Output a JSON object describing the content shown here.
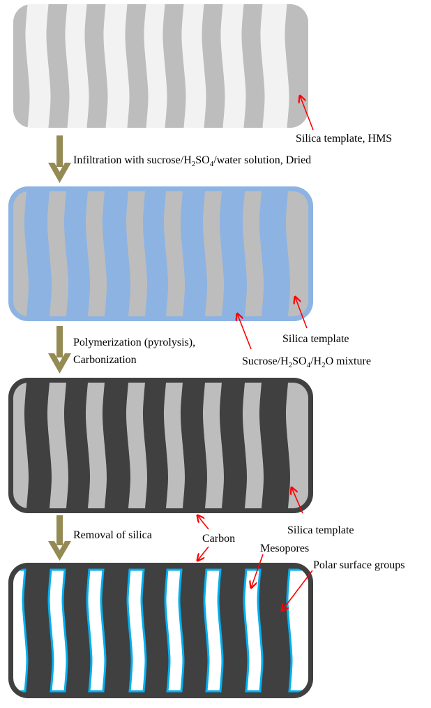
{
  "diagram": {
    "title": "Synthesis of mesoporous carbon from silica template",
    "colors": {
      "silica": "#bdbdbd",
      "pore_light": "#f2f2f2",
      "sucrose_mixture": "#8db3e2",
      "carbon": "#404040",
      "mesopore": "#ffffff",
      "polar_groups": "#00b0f0",
      "process_arrow": "#948a54",
      "callout_arrow": "#ff0000"
    },
    "stages": [
      {
        "id": "silica-template",
        "labels": [
          {
            "text": "Silica template, HMS"
          }
        ]
      },
      {
        "id": "infiltrated",
        "labels": [
          {
            "text": "Silica template"
          },
          {
            "parts": [
              "Sucrose/H",
              "2",
              "SO",
              "4",
              "/H",
              "2",
              "O mixture"
            ]
          }
        ]
      },
      {
        "id": "carbonized",
        "labels": [
          {
            "text": "Silica template"
          }
        ]
      },
      {
        "id": "mesoporous-carbon",
        "labels": [
          {
            "text": "Carbon"
          },
          {
            "text": "Mesopores"
          },
          {
            "text": "Polar surface groups"
          }
        ]
      }
    ],
    "steps": [
      {
        "lines": [
          {
            "parts": [
              "Infiltration with sucrose/H",
              "2",
              "SO",
              "4",
              "/water solution, Dried"
            ]
          }
        ]
      },
      {
        "lines": [
          {
            "text": "Polymerization (pyrolysis),"
          },
          {
            "text": "Carbonization"
          }
        ]
      },
      {
        "lines": [
          {
            "text": "Removal of silica"
          }
        ]
      }
    ]
  }
}
